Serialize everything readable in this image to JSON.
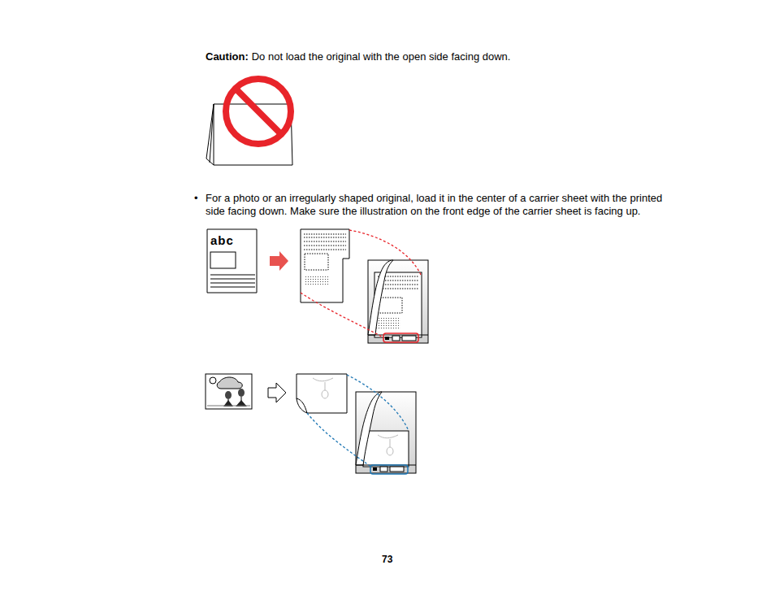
{
  "diagram": {
    "labels": [
      "Caution:",
      "Do not load the original with the open side facing down.",
      "•",
      "For a photo or an irregularly shaped original, load it in the center of a carrier sheet with the printed side facing down. Make sure the illustration on the front edge of the carrier sheet is facing up.",
      "abc",
      "73"
    ]
  }
}
